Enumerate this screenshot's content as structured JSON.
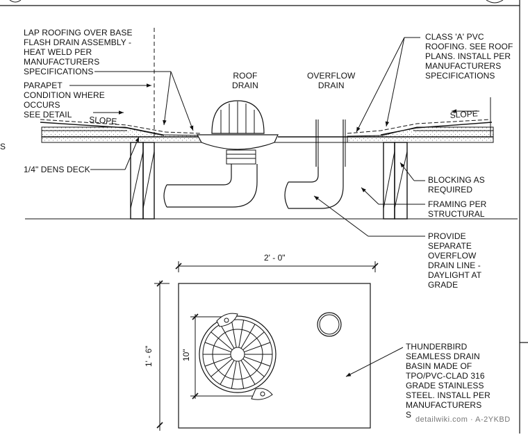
{
  "section": {
    "left_note_lap": "LAP ROOFING OVER BASE\nFLASH DRAIN ASSEMBLY -\nHEAT WELD PER\nMANUFACTURERS\nSPECIFICATIONS",
    "left_note_parapet": "PARAPET\nCONDITION WHERE\nOCCURS\nSEE DETAIL",
    "left_note_deck": "1/4\" DENS DECK",
    "edge_fragment": "S",
    "slope_label": "SLOPE",
    "roof_drain_label": "ROOF\nDRAIN",
    "overflow_drain_label": "OVERFLOW\nDRAIN",
    "right_note_pvc": "CLASS 'A' PVC\nROOFING. SEE ROOF\nPLANS. INSTALL PER\nMANUFACTURERS\nSPECIFICATIONS",
    "right_note_blocking": "BLOCKING AS\nREQUIRED",
    "right_note_framing": "FRAMING PER\nSTRUCTURAL",
    "right_note_overflow": "PROVIDE\nSEPARATE\nOVERFLOW\nDRAIN LINE -\nDAYLIGHT AT\nGRADE"
  },
  "plan": {
    "dim_width": "2' - 0\"",
    "dim_height": "1' - 6\"",
    "dim_drain": "10\"",
    "basin_note": "THUNDERBIRD\nSEAMLESS DRAIN\nBASIN MADE OF\nTPO/PVC-CLAD 316\nGRADE STAINLESS\nSTEEL. INSTALL PER\nMANUFACTURERS\nS"
  },
  "watermark": "detailwiki.com · A-2YKBD"
}
